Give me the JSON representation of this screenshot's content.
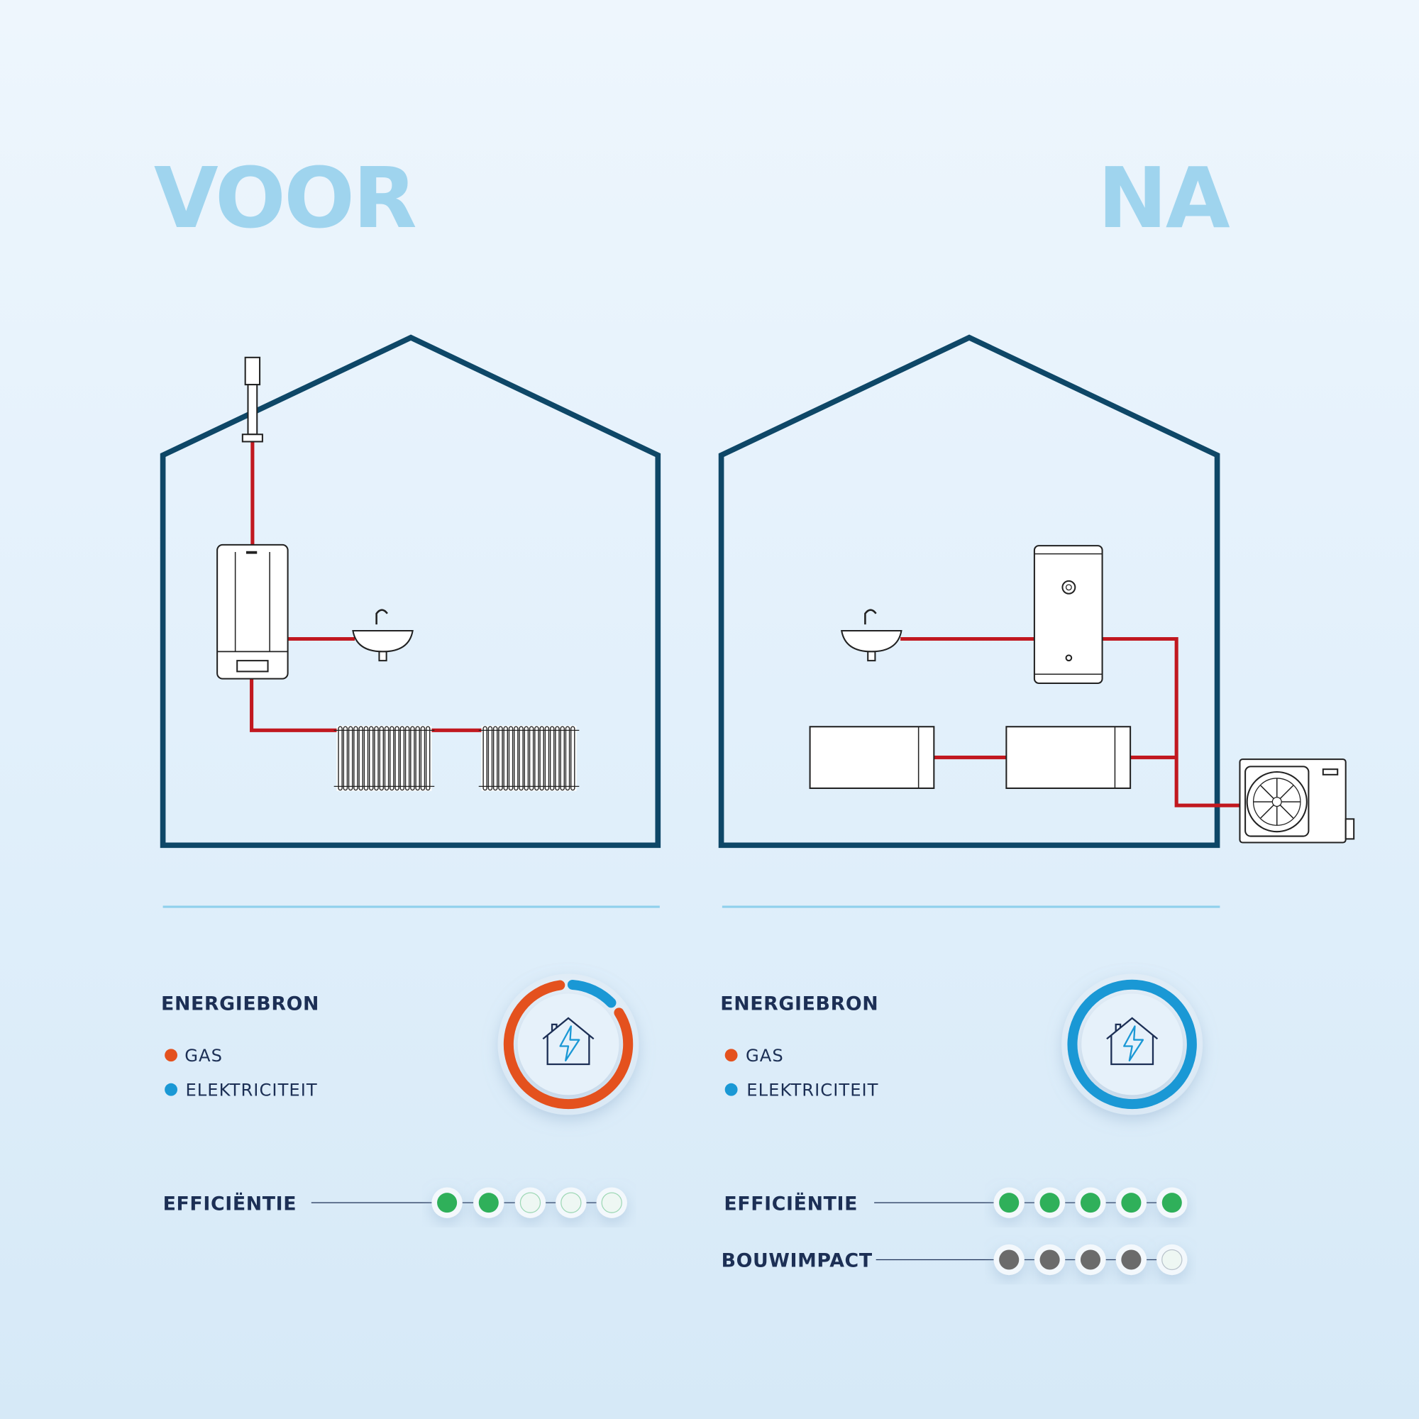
{
  "before": {
    "title": "VOOR",
    "energy": {
      "heading": "ENERGIEBRON",
      "legend": [
        {
          "label": "GAS",
          "color": "#e4511e"
        },
        {
          "label": "ELEKTRICITEIT",
          "color": "#1a98d5"
        }
      ],
      "share_percent": {
        "gas": 85,
        "electricity": 15
      }
    },
    "ratings": [
      {
        "label": "EFFICIËNTIE",
        "score": 2,
        "max": 5,
        "color": "#2fb05a"
      }
    ]
  },
  "after": {
    "title": "NA",
    "energy": {
      "heading": "ENERGIEBRON",
      "legend": [
        {
          "label": "GAS",
          "color": "#e4511e"
        },
        {
          "label": "ELEKTRICITEIT",
          "color": "#1a98d5"
        }
      ],
      "share_percent": {
        "gas": 0,
        "electricity": 100
      }
    },
    "ratings": [
      {
        "label": "EFFICIËNTIE",
        "score": 5,
        "max": 5,
        "color": "#2fb05a"
      },
      {
        "label": "BOUWIMPACT",
        "score": 4,
        "max": 5,
        "color": "#6b6b6b"
      }
    ]
  }
}
